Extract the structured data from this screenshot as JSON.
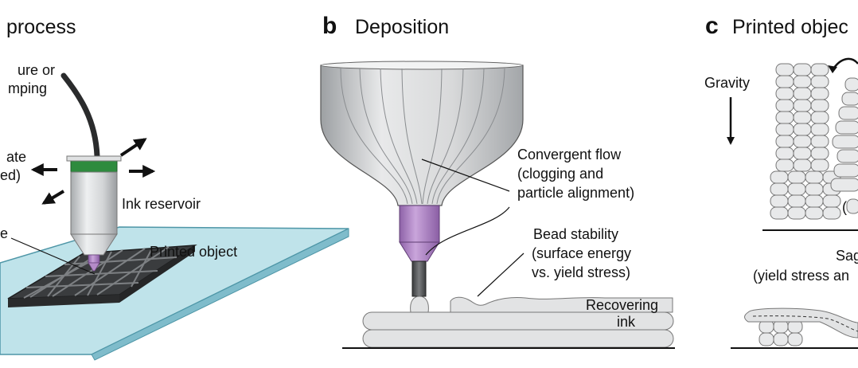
{
  "panels": {
    "a": {
      "title_text": "process",
      "labels": {
        "pressure_line1": "ure or",
        "pressure_line2": "mping",
        "substrate_line1": "ate",
        "substrate_line2": "ed)",
        "nozzle_fragment": "e",
        "ink_reservoir": "Ink reservoir",
        "printed_object": "Printed object"
      }
    },
    "b": {
      "letter": "b",
      "title_text": "Deposition",
      "labels": {
        "convergent_line1": "Convergent flow",
        "convergent_line2": "(clogging and",
        "convergent_line3": "particle alignment)",
        "bead_line1": "Bead stability",
        "bead_line2": "(surface energy",
        "bead_line3": "vs. yield stress)",
        "recovering": "Recovering",
        "ink": "ink"
      }
    },
    "c": {
      "letter": "c",
      "title_text": "Printed objec",
      "labels": {
        "gravity": "Gravity",
        "sag_line1": "Sag",
        "sag_line2": "(yield stress an",
        "paren_fragment": "("
      }
    }
  },
  "colors": {
    "substrate": "#bfe3ea",
    "substrate_edge": "#4e96a7",
    "reservoir_cap": "#2e8b3e",
    "nozzle_purple": "#b48bc8",
    "metal": "#d4d6d8",
    "lattice": "#3a3c3e",
    "bead": "#e2e3e4"
  }
}
